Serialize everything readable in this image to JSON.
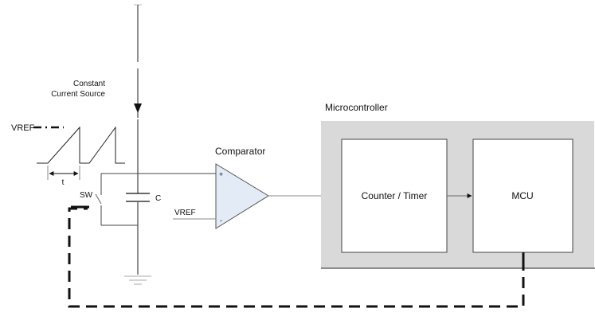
{
  "labels": {
    "current_source": [
      "Constant",
      "Current Source"
    ],
    "vref_waveform": "VREF",
    "period": "t",
    "switch": "SW",
    "capacitor": "C",
    "vref_comparator": "VREF",
    "comparator_title": "Comparator",
    "comparator_plus": "+",
    "comparator_minus": "-",
    "microcontroller_title": "Microcontroller",
    "counter_timer": "Counter / Timer",
    "mcu": "MCU"
  },
  "colors": {
    "microcontroller_fill": "#d9d9d9",
    "comparator_fill": "#e3ebf6",
    "block_fill": "#ffffff",
    "line": "#444444",
    "feedback_line": "#111111"
  }
}
